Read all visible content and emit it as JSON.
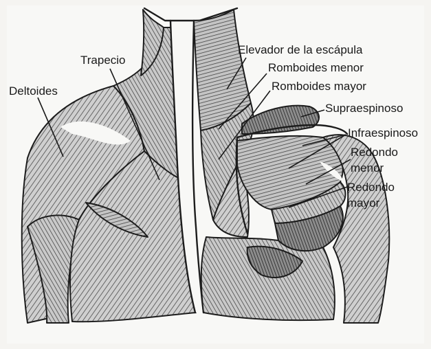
{
  "labels": {
    "trapecio": "Trapecio",
    "deltoides": "Deltoides",
    "elevador": "Elevador de la escápula",
    "romboides_menor": "Romboides menor",
    "romboides_mayor": "Romboides mayor",
    "supraespinoso": "Supraespinoso",
    "infraespinoso": "Infraespinoso",
    "redondo_menor_1": "Redondo",
    "redondo_menor_2": "menor",
    "redondo_mayor_1": "Redondo",
    "redondo_mayor_2": "mayor"
  }
}
